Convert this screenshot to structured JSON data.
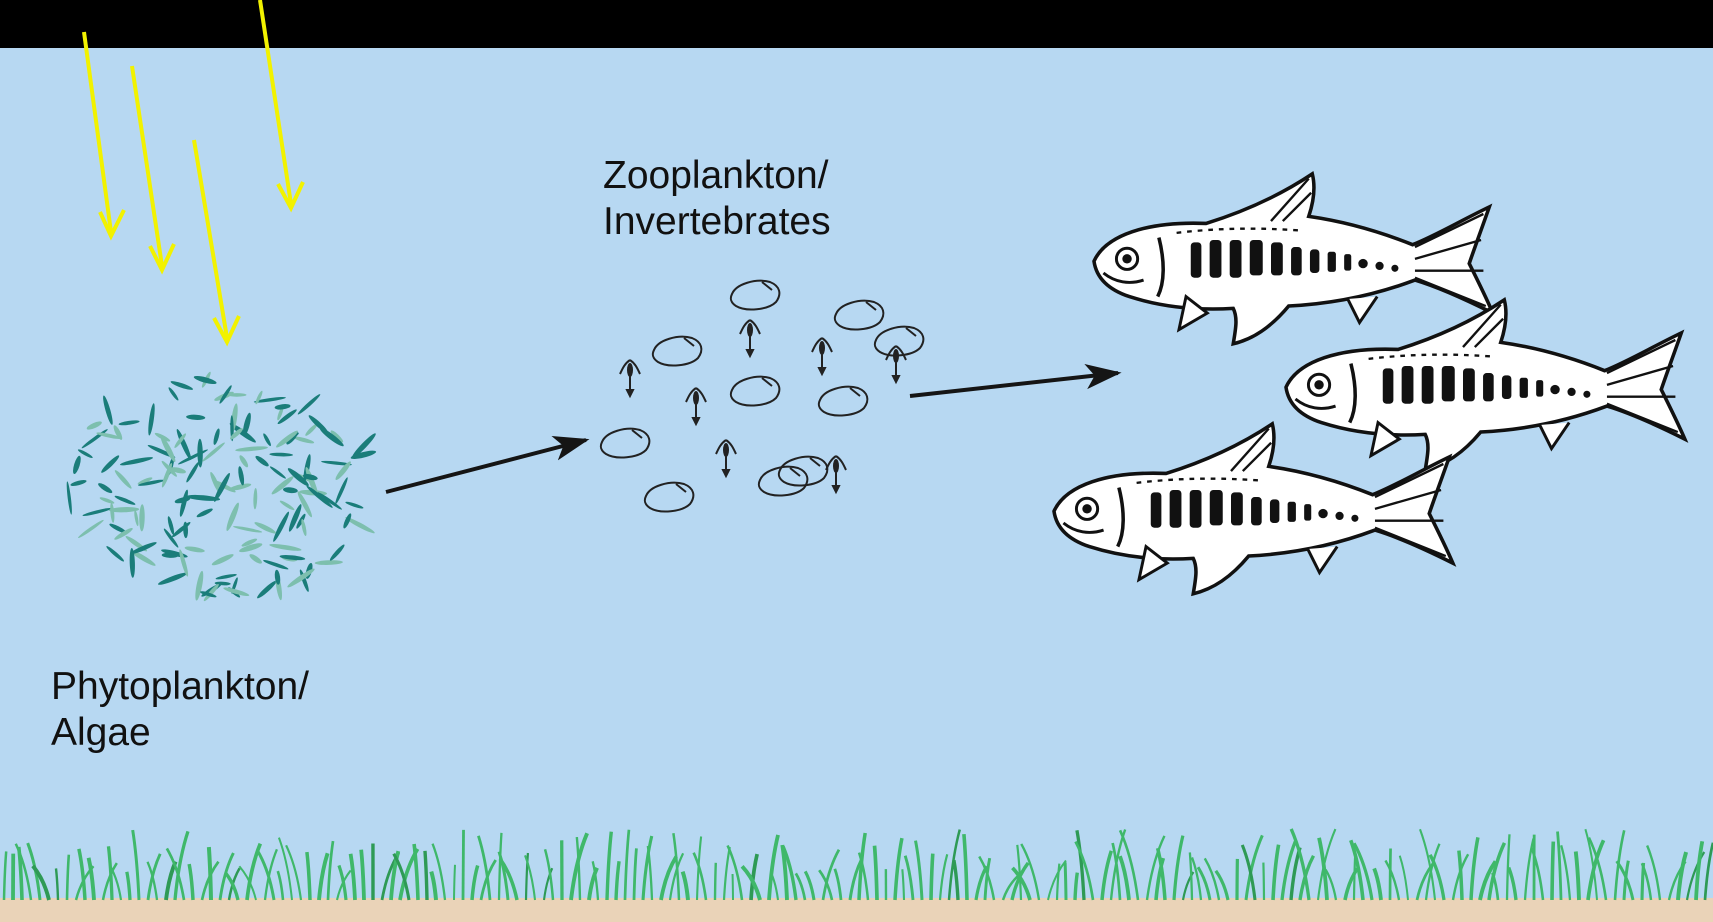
{
  "diagram": {
    "labels": {
      "phytoplankton_line1": "Phytoplankton/",
      "phytoplankton_line2": "Algae",
      "zooplankton_line1": "Zooplankton/",
      "zooplankton_line2": "Invertebrates"
    },
    "colors": {
      "frame": "#000000",
      "water": "#b7d8f2",
      "sediment": "#ead3b8",
      "grass": "#3fb86a",
      "sunlight": "#f2f200",
      "arrow": "#151515",
      "algae_dark": "#1a7d7a",
      "algae_light": "#7dbfae",
      "fish_outline": "#111111"
    },
    "icons": [
      "sunlight-ray-icon",
      "algae-cluster-icon",
      "zooplankton-icon",
      "fish-icon",
      "grass-icon"
    ]
  }
}
